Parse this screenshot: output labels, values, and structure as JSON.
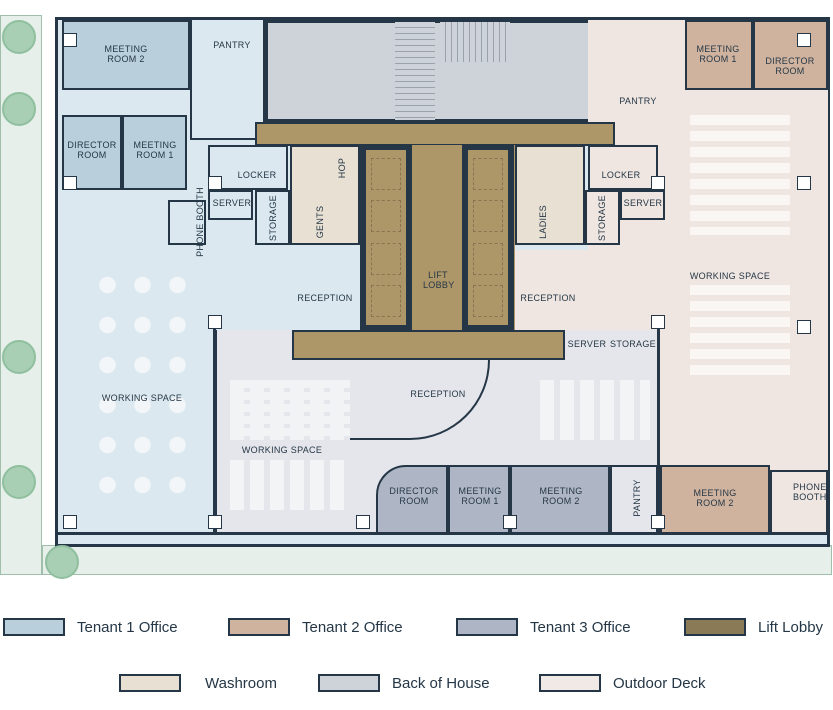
{
  "floorplan": {
    "tenant1": {
      "meeting_room_2": "MEETING ROOM 2",
      "pantry": "PANTRY",
      "director_room": "DIRECTOR ROOM",
      "meeting_room_1": "MEETING ROOM 1",
      "locker": "LOCKER",
      "server": "SERVER",
      "storage": "STORAGE",
      "phone_booth": "PHONE BOOTH",
      "reception": "RECEPTION",
      "working_space": "WORKING SPACE"
    },
    "core": {
      "gents": "GENTS",
      "hop": "HOP",
      "ladies": "LADIES",
      "lift_lobby": "LIFT LOBBY"
    },
    "tenant2": {
      "meeting_room_1": "MEETING ROOM 1",
      "director_room": "DIRECTOR ROOM",
      "pantry": "PANTRY",
      "locker": "LOCKER",
      "server": "SERVER",
      "storage": "STORAGE",
      "working_space": "WORKING SPACE",
      "reception": "RECEPTION",
      "server2": "SERVER",
      "storage2": "STORAGE",
      "meeting_room_2": "MEETING ROOM 2",
      "phone_booth": "PHONE BOOTH"
    },
    "tenant3": {
      "reception": "RECEPTION",
      "working_space": "WORKING SPACE",
      "director_room": "DIRECTOR ROOM",
      "meeting_room_1": "MEETING ROOM 1",
      "meeting_room_2": "MEETING ROOM 2",
      "pantry": "PANTRY"
    }
  },
  "legend": [
    {
      "label": "Tenant 1 Office",
      "color": "#b9d0dc"
    },
    {
      "label": "Tenant 2 Office",
      "color": "#cfb39e"
    },
    {
      "label": "Tenant 3 Office",
      "color": "#aeb5c4"
    },
    {
      "label": "Lift Lobby",
      "color": "#8a7a55"
    },
    {
      "label": "Washroom",
      "color": "#e9e0d4"
    },
    {
      "label": "Back of House",
      "color": "#cdd3d8"
    },
    {
      "label": "Outdoor Deck",
      "color": "#f1e9e6"
    }
  ]
}
